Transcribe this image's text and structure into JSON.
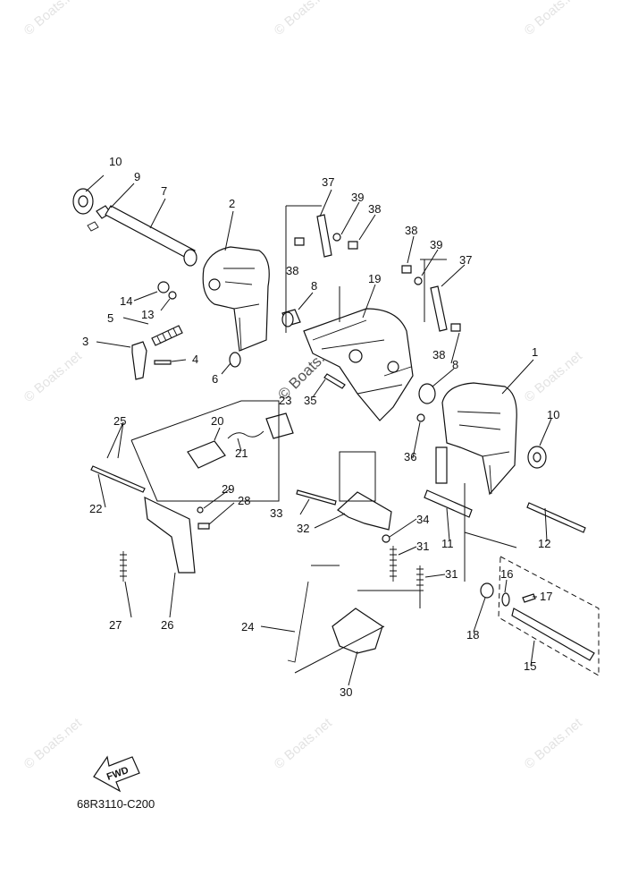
{
  "diagram_code": "68R3110-C200",
  "fwd_label": "FWD",
  "watermark": "© Boats.net",
  "callouts": [
    {
      "id": "c1",
      "label": "1"
    },
    {
      "id": "c2",
      "label": "2"
    },
    {
      "id": "c3",
      "label": "3"
    },
    {
      "id": "c4",
      "label": "4"
    },
    {
      "id": "c5",
      "label": "5"
    },
    {
      "id": "c6",
      "label": "6"
    },
    {
      "id": "c7",
      "label": "7"
    },
    {
      "id": "c8a",
      "label": "8"
    },
    {
      "id": "c8b",
      "label": "8"
    },
    {
      "id": "c9",
      "label": "9"
    },
    {
      "id": "c10a",
      "label": "10"
    },
    {
      "id": "c10b",
      "label": "10"
    },
    {
      "id": "c11",
      "label": "11"
    },
    {
      "id": "c12",
      "label": "12"
    },
    {
      "id": "c13",
      "label": "13"
    },
    {
      "id": "c14",
      "label": "14"
    },
    {
      "id": "c15",
      "label": "15"
    },
    {
      "id": "c16",
      "label": "16"
    },
    {
      "id": "c17",
      "label": "17"
    },
    {
      "id": "c18",
      "label": "18"
    },
    {
      "id": "c19",
      "label": "19"
    },
    {
      "id": "c20",
      "label": "20"
    },
    {
      "id": "c21",
      "label": "21"
    },
    {
      "id": "c22",
      "label": "22"
    },
    {
      "id": "c23",
      "label": "23"
    },
    {
      "id": "c24",
      "label": "24"
    },
    {
      "id": "c25",
      "label": "25"
    },
    {
      "id": "c26",
      "label": "26"
    },
    {
      "id": "c27",
      "label": "27"
    },
    {
      "id": "c28",
      "label": "28"
    },
    {
      "id": "c29",
      "label": "29"
    },
    {
      "id": "c30",
      "label": "30"
    },
    {
      "id": "c31a",
      "label": "31"
    },
    {
      "id": "c31b",
      "label": "31"
    },
    {
      "id": "c32",
      "label": "32"
    },
    {
      "id": "c33",
      "label": "33"
    },
    {
      "id": "c34",
      "label": "34"
    },
    {
      "id": "c35",
      "label": "35"
    },
    {
      "id": "c36",
      "label": "36"
    },
    {
      "id": "c37a",
      "label": "37"
    },
    {
      "id": "c37b",
      "label": "37"
    },
    {
      "id": "c38a",
      "label": "38"
    },
    {
      "id": "c38b",
      "label": "38"
    },
    {
      "id": "c38c",
      "label": "38"
    },
    {
      "id": "c38d",
      "label": "38"
    },
    {
      "id": "c39a",
      "label": "39"
    },
    {
      "id": "c39b",
      "label": "39"
    }
  ]
}
